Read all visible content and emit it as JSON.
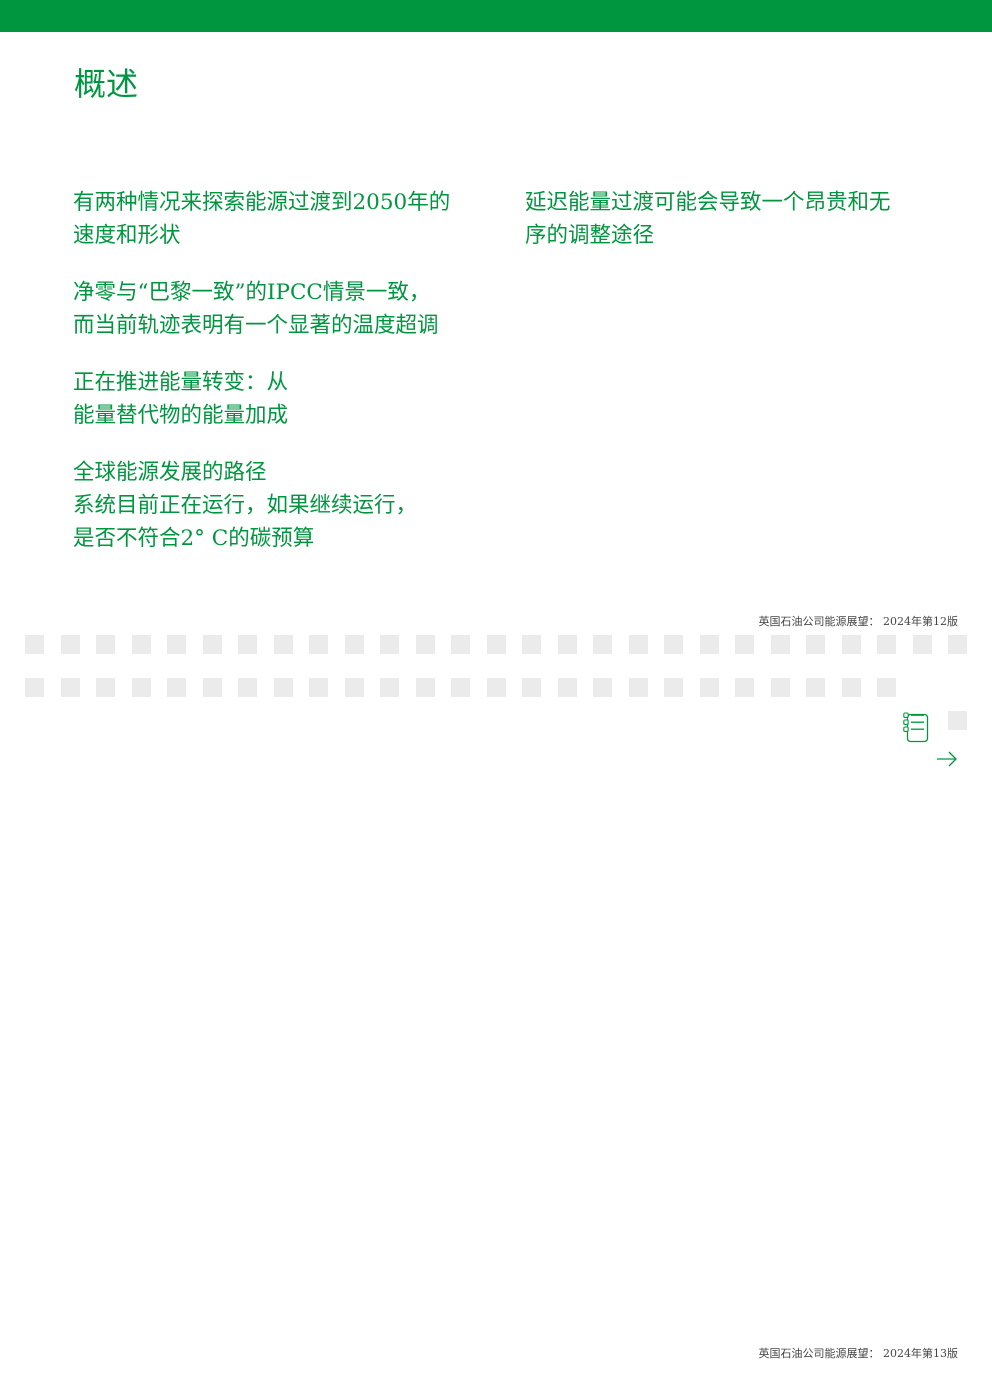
{
  "page": {
    "title": "概述"
  },
  "columns": {
    "left": [
      {
        "lines": [
          "有两种情况来探索能源过渡到2050年的",
          "速度和形状"
        ]
      },
      {
        "lines": [
          "净零与“巴黎一致”的IPCC情景一致，",
          "而当前轨迹表明有一个显著的温度超调"
        ]
      },
      {
        "lines": [
          "正在推进能量转变：从",
          "能量替代物的能量加成"
        ]
      },
      {
        "lines": [
          "全球能源发展的路径",
          "系统目前正在运行，如果继续运行，",
          "是否不符合2° C的碳预算"
        ]
      }
    ],
    "right": [
      {
        "lines": [
          "延迟能量过渡可能会导致一个昂贵和无",
          "序的调整途径"
        ]
      }
    ]
  },
  "footer": {
    "page12": "英国石油公司能源展望： 2024年第12版",
    "page13": "英国石油公司能源展望： 2024年第13版"
  },
  "icons": {
    "toc": "table-of-contents-icon",
    "next": "arrow-right-icon"
  },
  "colors": {
    "brand_green": "#00963f",
    "square_gray": "#ebebeb"
  }
}
